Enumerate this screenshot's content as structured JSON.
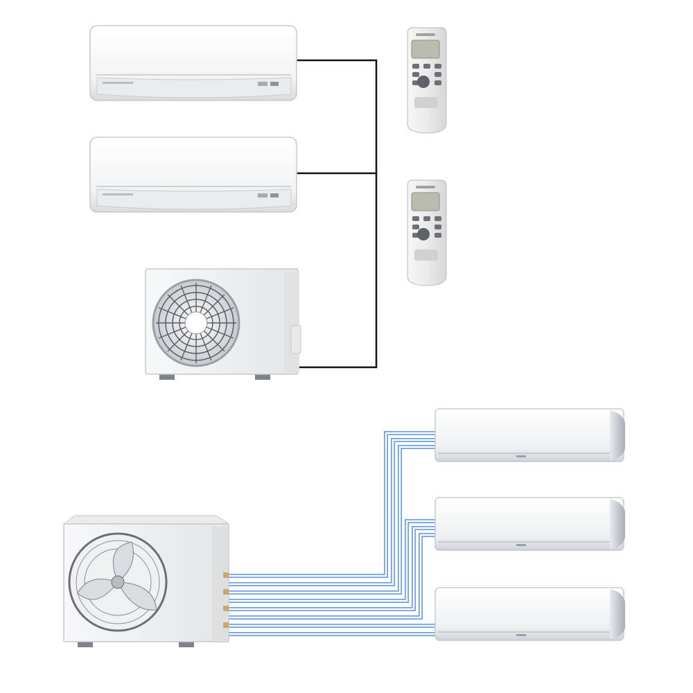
{
  "colors": {
    "background": "#ffffff",
    "unit_body": "#f4f5f6",
    "unit_edge": "#c9ccd0",
    "unit_shadow": "#9a9fa6",
    "remote_body": "#eceded",
    "remote_screen": "#b9bcae",
    "signal_wire": "#111111",
    "pipe_fill": "#ffffff",
    "pipe_stroke": "#6f9fe0",
    "fan_guard": "#5a5d62",
    "fan_blade": "#dcdfe3"
  },
  "diagram": {
    "top_system": {
      "indoor_units": [
        "wall-mounted-indoor-unit",
        "wall-mounted-indoor-unit"
      ],
      "remotes": [
        "remote-control",
        "remote-control"
      ],
      "outdoor_unit": "outdoor-condenser-unit",
      "connection": "signal-wire"
    },
    "bottom_system": {
      "indoor_units": [
        "slim-wall-indoor-unit",
        "slim-wall-indoor-unit",
        "slim-wall-indoor-unit"
      ],
      "outdoor_unit": "multi-split-outdoor-unit",
      "connection": "refrigerant-piping",
      "pipe_groups": 3
    }
  }
}
